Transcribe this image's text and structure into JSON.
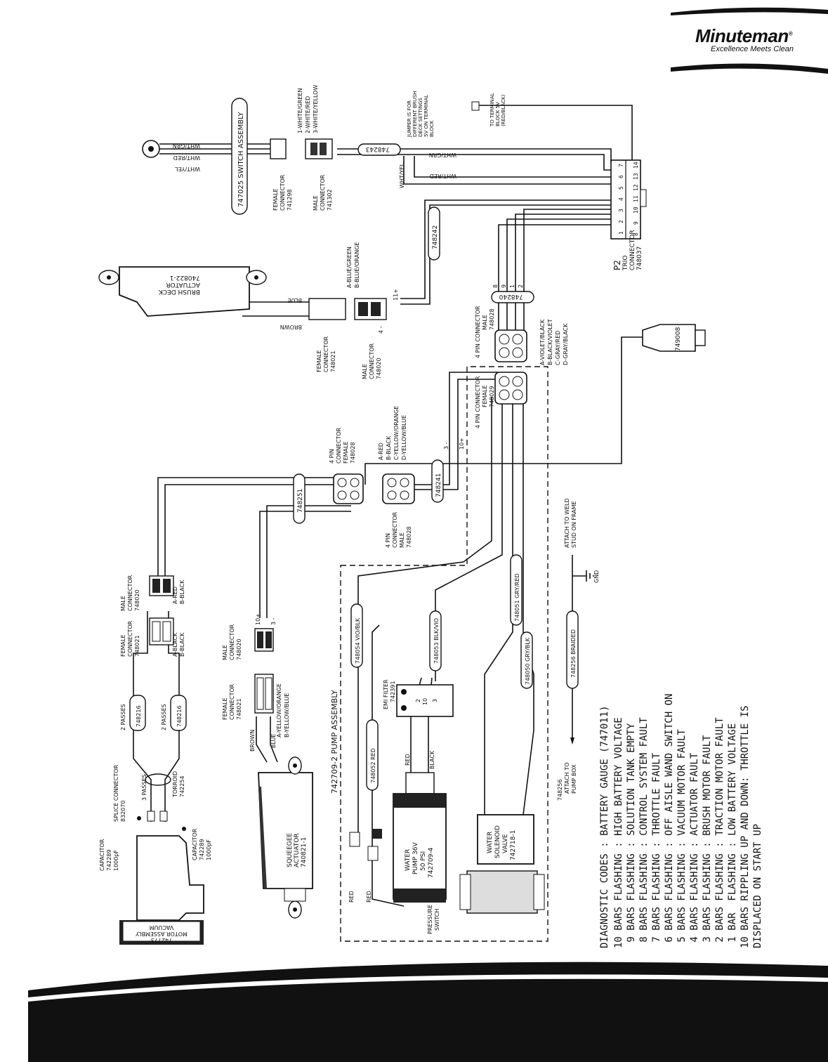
{
  "brand": {
    "name": "Minuteman",
    "reg": "®",
    "tagline": "Excellence Meets Clean"
  },
  "switch": {
    "assembly": "747025 SWITCH ASSEMBLY",
    "wires": [
      "WHT/GRN",
      "WHT/RED",
      "WHT/YEL"
    ],
    "female_connector": [
      "FEMALE",
      "CONNECTOR",
      "741298"
    ],
    "male_connector": [
      "MALE",
      "CONNECTOR",
      "741302"
    ],
    "pins": [
      "1-WHITE/GREEN",
      "2-WHITE/RED",
      "3-WHITE/YELLOW"
    ],
    "harness": "748243"
  },
  "jumper": {
    "note": [
      "JUMPER IS FOR",
      "DIFFERENT BRUSH",
      "DECK SETTINGS",
      "5V ON TERMINAL",
      "BLOCK"
    ],
    "terminal": [
      "TO TERMINAL",
      "BLOCK 5V",
      "(RED/BLACK)"
    ]
  },
  "p2": {
    "label": [
      "P2",
      "TRIO",
      "CONNECTOR",
      "748037"
    ],
    "pins_top": [
      "7",
      "6",
      "5",
      "4",
      "3",
      "2",
      "1"
    ],
    "pins_bottom": [
      "14",
      "13",
      "12",
      "11",
      "10",
      "9",
      "8"
    ],
    "wires": [
      "WHT/GRN",
      "WHT/RED",
      "WHT/YEL"
    ]
  },
  "brush_actuator": {
    "label": [
      "BRUSH DECK",
      "ACTUATOR",
      "740822-1"
    ],
    "wires": [
      "BLUE",
      "BROWN"
    ],
    "female_connector": [
      "FEMALE",
      "CONNECTOR",
      "748021"
    ],
    "male_connector": [
      "MALE",
      "CONNECTOR",
      "748020"
    ],
    "pins": [
      "A-BLUE/GREEN",
      "B-BLUE/ORANGE"
    ],
    "terminals": [
      "11+",
      "4 -"
    ],
    "harness": "748242"
  },
  "conn_748028_top": {
    "label": [
      "4 PIN CONNECTOR",
      "MALE",
      "748028"
    ],
    "pins": [
      "A-VIOLET/BLACK",
      "B-BLACK/VIOLET",
      "C-GRAY/RED",
      "D-GRAY/BLACK"
    ],
    "numbers": [
      "8",
      "9",
      "1",
      "2"
    ],
    "harness": "748240"
  },
  "conn_748029": {
    "label": [
      "4 PIN CONNECTOR",
      "FEMALE",
      "748029"
    ],
    "terminals": [
      "10+",
      "3 -"
    ]
  },
  "conn_748008": {
    "label": "749008"
  },
  "conn_female_748028": {
    "label": [
      "4 PIN",
      "CONNECTOR",
      "FEMALE",
      "748028"
    ],
    "pins": [
      "A-RED",
      "B-BLACK",
      "C-YELLOW/ORANGE",
      "D-YELLOW/BLUE"
    ]
  },
  "conn_male_748028": {
    "label": [
      "4 PIN",
      "CONNECTOR",
      "MALE",
      "748028"
    ],
    "harness": "748241"
  },
  "harness_748251": "748251",
  "vac_connectors": {
    "male": [
      "MALE",
      "CONNECTOR",
      "748020"
    ],
    "male_pins": [
      "A-RED",
      "B-BLACK"
    ],
    "female": [
      "FEMALE",
      "CONNECTOR",
      "748021"
    ],
    "female_pins": [
      "A-BLACK",
      "B-BLACK"
    ],
    "passes": [
      "2 PASSES",
      "2 PASSES",
      "3 PASSES"
    ],
    "ferrite": [
      "748216",
      "748216"
    ],
    "toroid": [
      "TORROID",
      "742254"
    ],
    "splice": [
      "SPLICE CONNECTOR",
      "832070"
    ],
    "cap_left": [
      "CAPACITOR",
      "742289",
      "1000pF"
    ],
    "cap_right": [
      "CAPACITOR",
      "742289",
      "1000pF"
    ]
  },
  "vacuum_motor": {
    "label": [
      "VACUUM",
      "MOTOR ASSEMBLY",
      "742773"
    ]
  },
  "squeegee": {
    "male": [
      "MALE",
      "CONNECTOR",
      "748020"
    ],
    "terminals": [
      "10+",
      "3 -"
    ],
    "female": [
      "FEMALE",
      "CONNECTOR",
      "748021"
    ],
    "pins": [
      "A-YELLOW/ORANGE",
      "B-YELLOW/BLUE"
    ],
    "wires": [
      "BROWN",
      "BLUE"
    ],
    "actuator": [
      "SQUEEGEE",
      "ACTUATOR",
      "740821-1"
    ]
  },
  "pump_assembly": {
    "label": "742709-2 PUMP ASSEMBLY",
    "harness": [
      "748054 VIO/BLK",
      "748052 RED",
      "748053 BLK/VIO",
      "748051 GRY/RED",
      "748050 GRY/BLK"
    ],
    "emi": [
      "EMI FILTER",
      "742391"
    ],
    "emi_pins": [
      "2",
      "10",
      "3"
    ],
    "wires": [
      "RED",
      "BLACK",
      "RED",
      "RED"
    ],
    "pump": [
      "WATER",
      "PUMP 36V",
      "50 PSI",
      "742709-4"
    ],
    "pressure": [
      "PRESSURE",
      "SWITCH"
    ],
    "solenoid": [
      "WATER",
      "SOLENOID",
      "VALVE",
      "742718-1"
    ]
  },
  "ground": {
    "weld": [
      "ATTACH TO WELD",
      "STUD ON FRAME"
    ],
    "gnd": "GND",
    "braided": "748256 BRAIDED",
    "pump_box": [
      "748256",
      "ATTACH TO",
      "PUMP BOX"
    ]
  },
  "diagnostics": {
    "title": "DIAGNOSTIC CODES : BATTERY GAUGE (747011)",
    "lines": [
      "10 BARS FLASHING : HIGH BATTERY VOLTAGE",
      " 9 BARS FLASHING : SOLUTION TANK EMPTY",
      " 8 BARS FLASHING : CONTROL SYSTEM FAULT",
      " 7 BARS FLASHING : THROTTLE FAULT",
      " 6 BARS FLASHING : OFF AISLE WAND SWITCH ON",
      " 5 BARS FLASHING : VACUUM MOTOR FAULT",
      " 4 BARS FLASHING : ACTUATOR FAULT",
      " 3 BARS FLASHING : BRUSH MOTOR FAULT",
      " 2 BARS FLASHING : TRACTION MOTOR FAULT",
      " 1 BAR  FLASHING : LOW BATTERY VOLTAGE",
      "10 BARS RIPPLING UP AND DOWN: THROTTLE IS",
      "DISPLACED ON START UP"
    ]
  }
}
